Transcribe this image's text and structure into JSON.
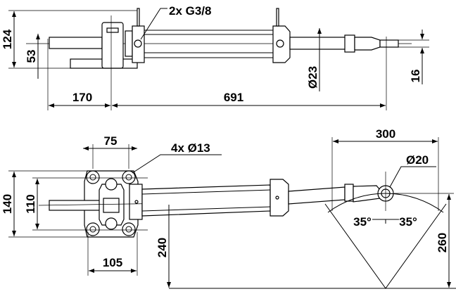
{
  "top_view": {
    "ports_label": "2x G3/8",
    "height_total": "124",
    "height_axis": "53",
    "rod_diameter": "Ø23",
    "rod_end": "16",
    "length_left": "170",
    "length_right": "691"
  },
  "bottom_view": {
    "bolt_spacing_x": "75",
    "bolt_holes": "4x Ø13",
    "bolt_spacing_y_outer": "140",
    "bolt_spacing_y_inner": "110",
    "base_width": "105",
    "tiller_radius": "300",
    "eye_diameter": "Ø20",
    "angle_left": "35°",
    "angle_right": "35°",
    "height_mount": "240",
    "height_tiller": "260"
  }
}
